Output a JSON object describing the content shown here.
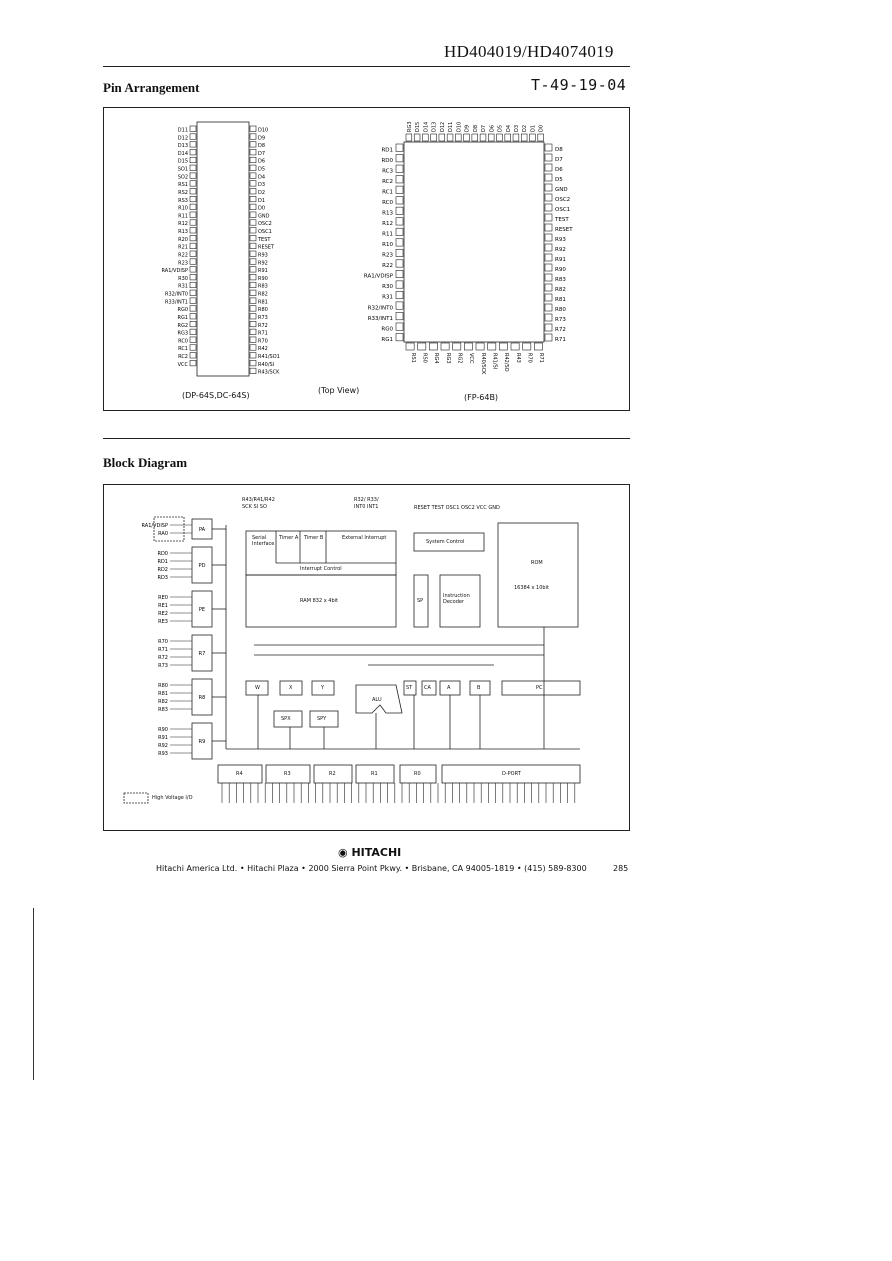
{
  "header": {
    "part_number": "HD404019/HD4074019",
    "handwritten_code": "T-49-19-04"
  },
  "pin_section": {
    "title": "Pin Arrangement",
    "dip_left": [
      "D11",
      "D12",
      "D13",
      "D14",
      "D15",
      "SO1",
      "SO2",
      "RS1",
      "RS2",
      "RS3",
      "R10",
      "R11",
      "R12",
      "R13",
      "R20",
      "R21",
      "R22",
      "R23",
      "RA1/VDISP",
      "R30",
      "R31",
      "R32/INT0",
      "R33/INT1",
      "RG0",
      "RG1",
      "RG2",
      "RG3",
      "RC0",
      "RC1",
      "RC2",
      "VCC"
    ],
    "dip_right": [
      "D10",
      "D9",
      "D8",
      "D7",
      "D6",
      "D5",
      "D4",
      "D3",
      "D2",
      "D1",
      "D0",
      "GND",
      "OSC2",
      "OSC1",
      "TEST",
      "RESET",
      "R93",
      "R92",
      "R91",
      "R90",
      "R83",
      "R82",
      "R81",
      "R80",
      "R73",
      "R72",
      "R71",
      "R70",
      "R42",
      "R41/SO1",
      "R40/SI",
      "R43/SCK"
    ],
    "fp_left": [
      "RD1",
      "RD0",
      "RC3",
      "RC2",
      "RC1",
      "RC0",
      "R13",
      "R12",
      "R11",
      "R10",
      "R23",
      "R22",
      "RA1/VDISP",
      "R30",
      "R31",
      "R32/INT0",
      "R33/INT1",
      "RG0",
      "RG1"
    ],
    "fp_right": [
      "D8",
      "D7",
      "D6",
      "D5",
      "GND",
      "OSC2",
      "OSC1",
      "TEST",
      "RESET",
      "R93",
      "R92",
      "R91",
      "R90",
      "R83",
      "R82",
      "R81",
      "R80",
      "R73",
      "R72",
      "R71"
    ],
    "fp_top": [
      "RG3",
      "D15",
      "D14",
      "D13",
      "D12",
      "D11",
      "D10",
      "D9",
      "D8",
      "D7",
      "D6",
      "D5",
      "D4",
      "D3",
      "D2",
      "D1",
      "D0"
    ],
    "fp_bottom": [
      "RS1",
      "RS0",
      "RG4",
      "RG3",
      "RG2",
      "VCC",
      "R40/SCK",
      "R41/SI",
      "R42/SO",
      "R43",
      "R70",
      "R71"
    ],
    "dip_caption": "(DP-64S,DC-64S)",
    "top_view_caption": "(Top View)",
    "fp_caption": "(FP-64B)"
  },
  "block_section": {
    "title": "Block Diagram",
    "port_groups": [
      {
        "name": "PA",
        "pins": [
          "RA1/VDISP",
          "RA0"
        ]
      },
      {
        "name": "PD",
        "pins": [
          "RD0",
          "RD1",
          "RD2",
          "RD3"
        ]
      },
      {
        "name": "PE",
        "pins": [
          "RE0",
          "RE1",
          "RE2",
          "RE3"
        ]
      },
      {
        "name": "R7",
        "pins": [
          "R70",
          "R71",
          "R72",
          "R73"
        ]
      },
      {
        "name": "R8",
        "pins": [
          "R80",
          "R81",
          "R82",
          "R83"
        ]
      },
      {
        "name": "R9",
        "pins": [
          "R90",
          "R91",
          "R92",
          "R93"
        ]
      }
    ],
    "blocks": {
      "serial": "Serial Interface",
      "timer_a": "Timer A",
      "timer_b": "Timer B",
      "ext_interrupt": "External Interrupt",
      "interrupt_control": "Interrupt Control",
      "system_control": "System Control",
      "ram": "RAM 832 x 4bit",
      "rom": "ROM",
      "rom_size": "16384 x 10bit",
      "sp": "SP",
      "decoder": "Instruction Decoder",
      "alu": "ALU",
      "pc": "PC",
      "w": "W",
      "x": "X",
      "y": "Y",
      "spx": "SPX",
      "spy": "SPY",
      "st": "ST",
      "ca": "CA",
      "a": "A",
      "b": "B",
      "bottom_ports": [
        "R4",
        "R3",
        "R2",
        "R1",
        "R0",
        "D-PORT"
      ]
    },
    "top_signals": [
      "R43/R41/R42",
      "SCK SI SO",
      "R32/ R33/",
      "INT0 INT1",
      "RESET TEST OSC1 OSC2 VCC GND"
    ],
    "legend": "High Voltage I/O"
  },
  "footer": {
    "logo": "HITACHI",
    "address": "Hitachi America Ltd. • Hitachi Plaza • 2000 Sierra Point Pkwy. • Brisbane, CA 94005-1819 • (415) 589-8300",
    "page": "285"
  }
}
